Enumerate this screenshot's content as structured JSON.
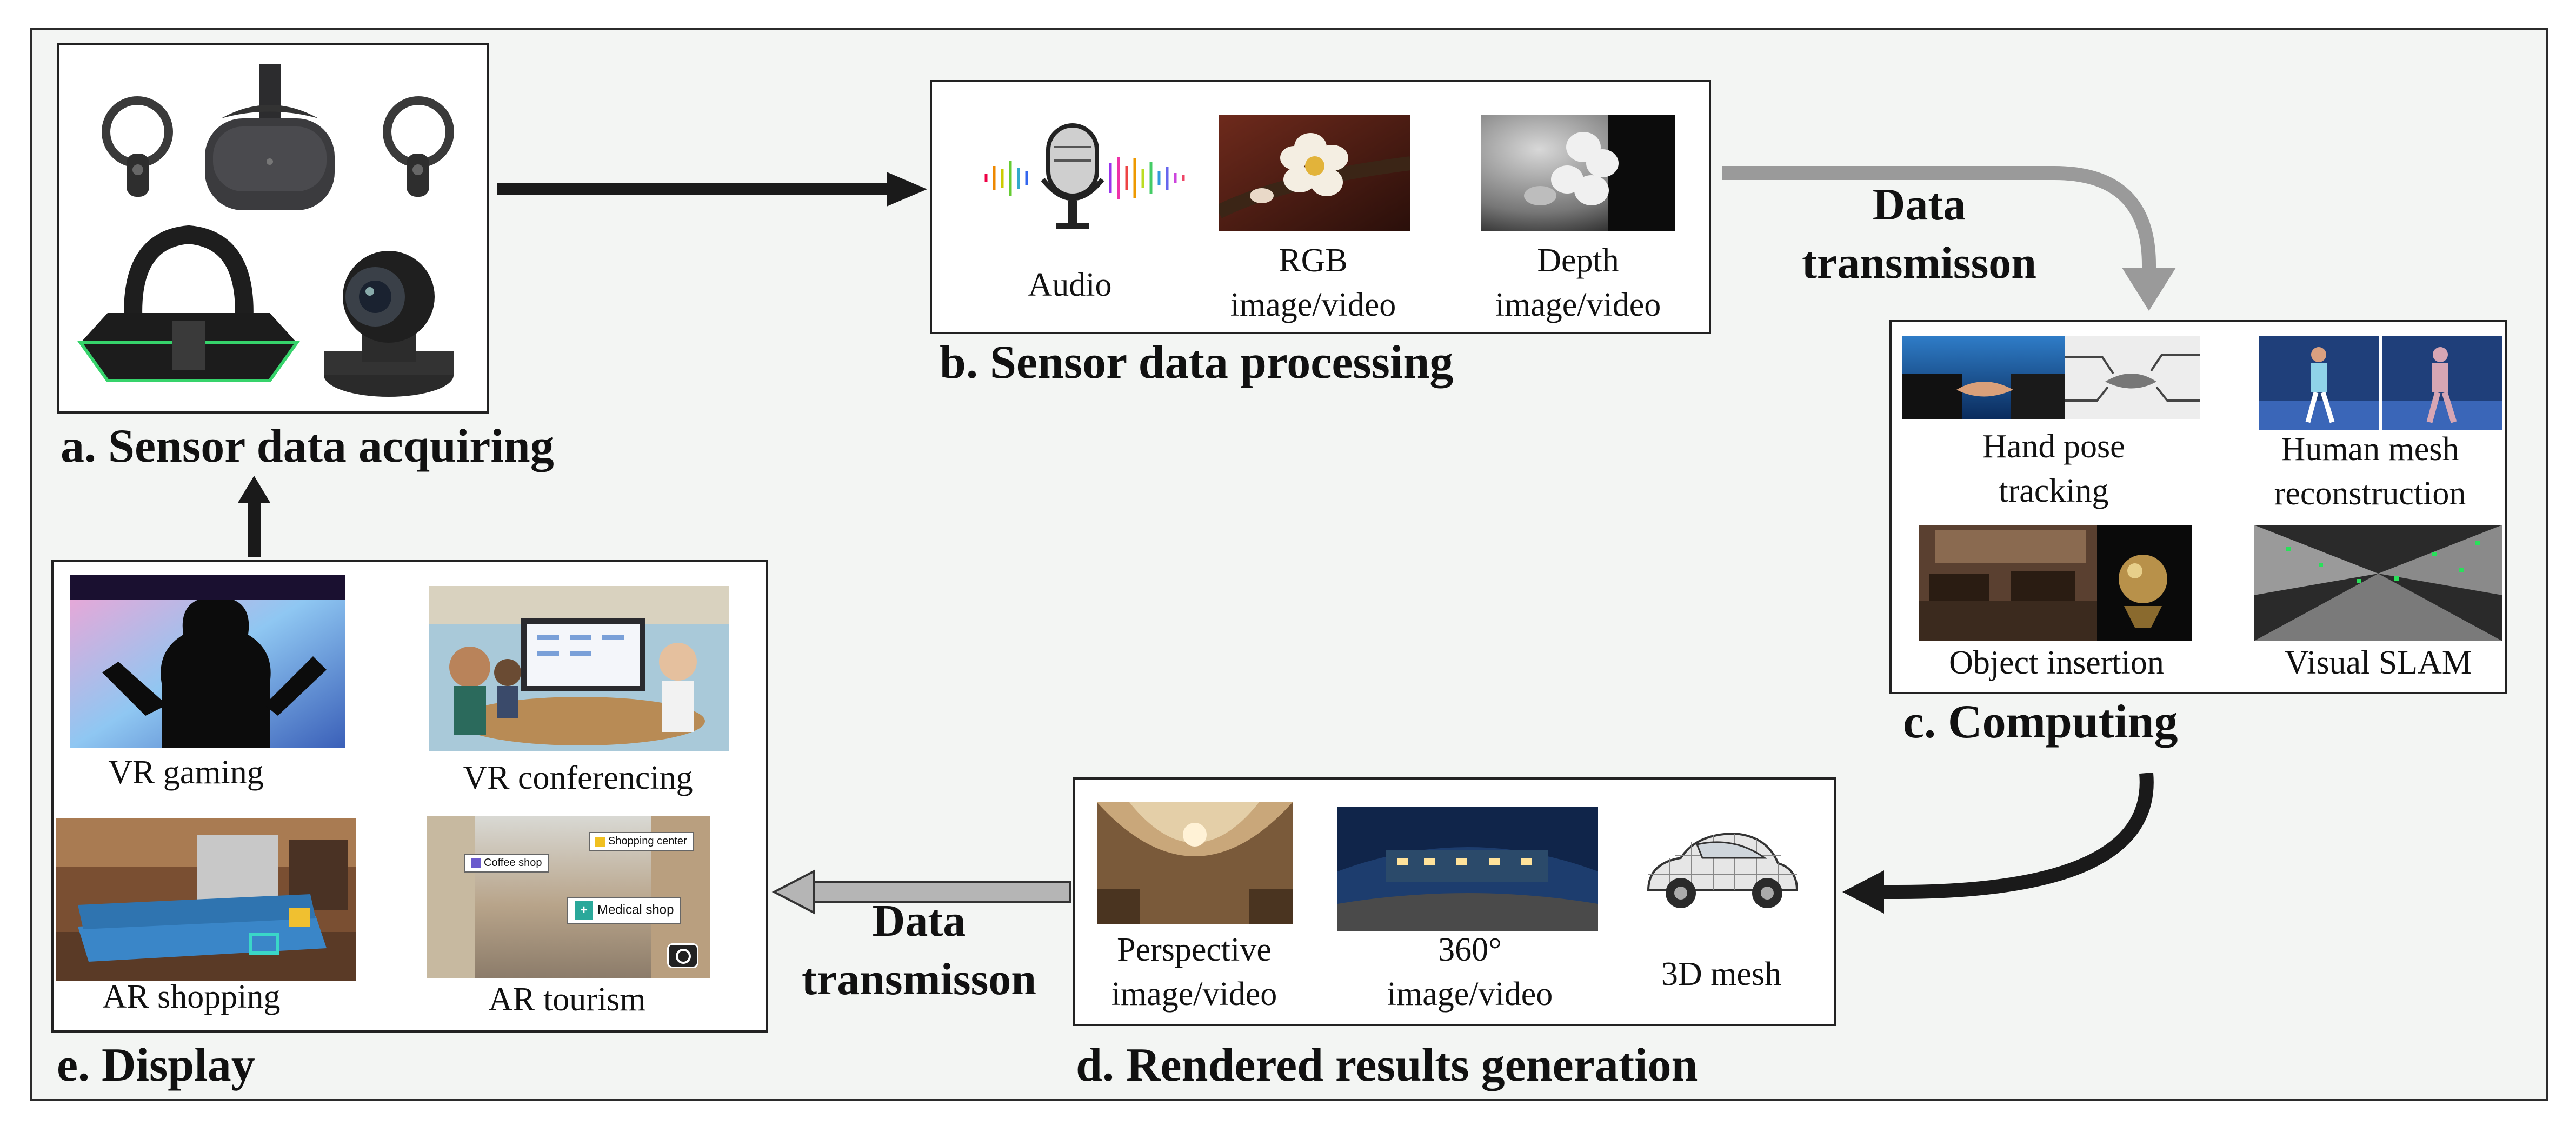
{
  "sections": {
    "a": {
      "title": "a. Sensor data acquiring"
    },
    "b": {
      "title": "b. Sensor data processing",
      "items": [
        {
          "label": "Audio"
        },
        {
          "label_1": "RGB",
          "label_2": "image/video"
        },
        {
          "label_1": "Depth",
          "label_2": "image/video"
        }
      ]
    },
    "c": {
      "title": "c. Computing",
      "items": [
        {
          "label_1": "Hand pose",
          "label_2": "tracking"
        },
        {
          "label_1": "Human mesh",
          "label_2": "reconstruction"
        },
        {
          "label": "Object insertion"
        },
        {
          "label": "Visual SLAM"
        }
      ]
    },
    "d": {
      "title": "d. Rendered results generation",
      "items": [
        {
          "label_1": "Perspective",
          "label_2": "image/video"
        },
        {
          "label_1": "360°",
          "label_2": "image/video"
        },
        {
          "label": "3D mesh"
        }
      ]
    },
    "e": {
      "title": "e. Display",
      "items": [
        {
          "label": "VR gaming"
        },
        {
          "label": "VR conferencing"
        },
        {
          "label": "AR shopping"
        },
        {
          "label": "AR tourism"
        }
      ],
      "ar_tags": [
        "Coffee shop",
        "Shopping center",
        "Medical shop"
      ]
    }
  },
  "transmission": {
    "top": {
      "line_1": "Data",
      "line_2": "transmisson"
    },
    "bottom": {
      "line_1": "Data",
      "line_2": "transmisson"
    }
  }
}
